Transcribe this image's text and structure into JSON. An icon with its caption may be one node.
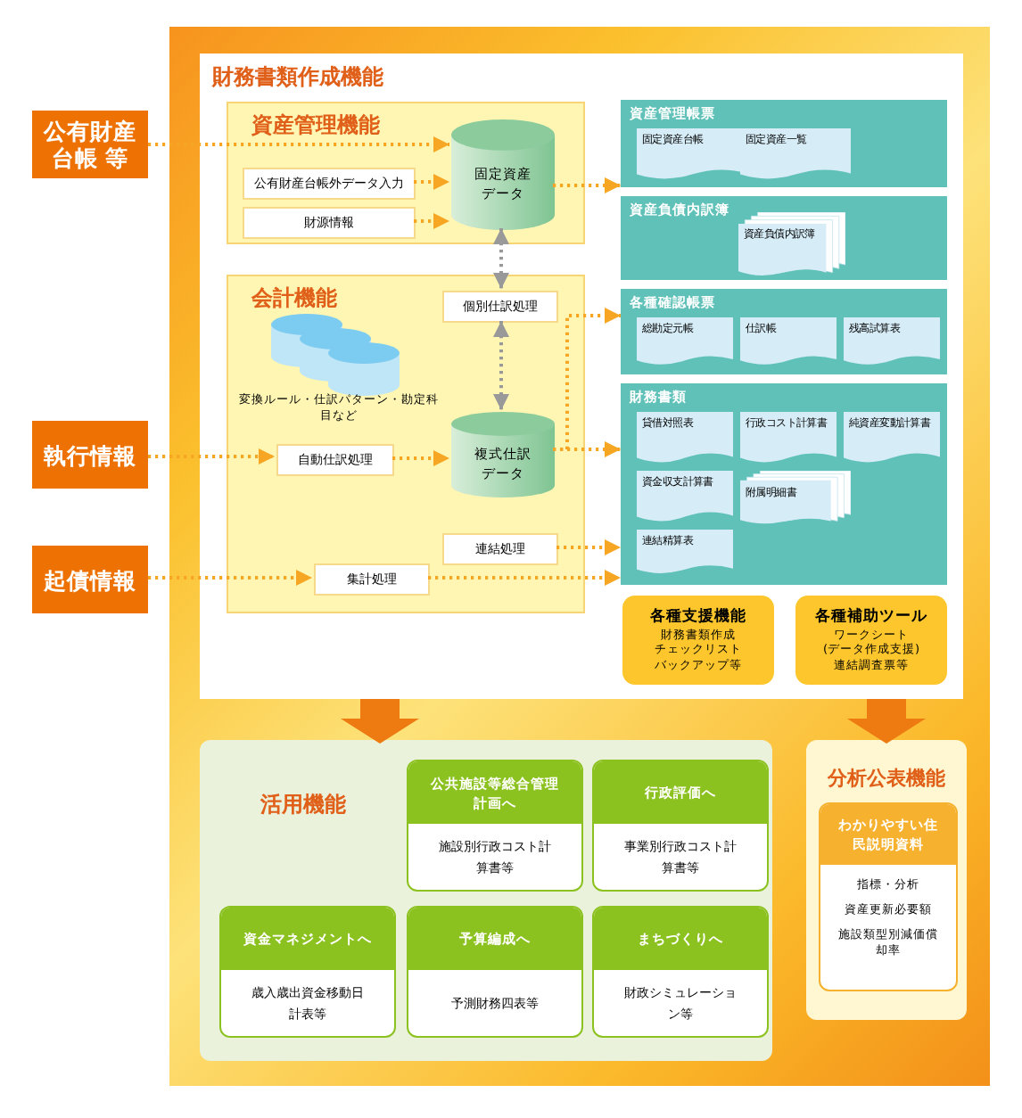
{
  "diagram": {
    "nodes": [
      {
        "text": [
          "公有財産台帳 等"
        ]
      },
      {
        "text": [
          "執行情報"
        ]
      },
      {
        "text": [
          "起債情報"
        ]
      },
      {
        "text": [
          "財務書類作成機能"
        ]
      },
      {
        "text": [
          "資産管理機能"
        ],
        "in": 3
      },
      {
        "text": [
          "公有財産台帳外データ入力"
        ],
        "in": 4
      },
      {
        "text": [
          "財源情報"
        ],
        "in": 4
      },
      {
        "text": [
          "固定資産データ"
        ],
        "in": 4
      },
      {
        "text": [
          "会計機能"
        ],
        "in": 3
      },
      {
        "text": [
          "個別仕訳処理"
        ],
        "in": 8
      },
      {
        "text": [
          "自動仕訳処理"
        ],
        "in": 8
      },
      {
        "text": [
          "複式仕訳データ"
        ],
        "in": 8
      },
      {
        "text": [
          "連結処理"
        ],
        "in": 8
      },
      {
        "text": [
          "集計処理"
        ],
        "in": 8
      },
      {
        "text": [
          "資産管理帳票"
        ],
        "in": 3
      },
      {
        "text": [
          "固定資産台帳"
        ],
        "in": 14
      },
      {
        "text": [
          "固定資産一覧"
        ],
        "in": 14
      },
      {
        "text": [
          "資産負債内訳簿"
        ],
        "in": 3
      },
      {
        "text": [
          "資産負債内訳簿"
        ],
        "in": 17
      },
      {
        "text": [
          "各種確認帳票"
        ],
        "in": 3
      },
      {
        "text": [
          "総勘定元帳"
        ],
        "in": 19
      },
      {
        "text": [
          "仕訳帳"
        ],
        "in": 19
      },
      {
        "text": [
          "残高試算表"
        ],
        "in": 19
      },
      {
        "text": [
          "財務書類"
        ],
        "in": 3
      },
      {
        "text": [
          "貸借対照表"
        ],
        "in": 23
      },
      {
        "text": [
          "行政コスト計算書"
        ],
        "in": 23
      },
      {
        "text": [
          "純資産変動計算書"
        ],
        "in": 23
      },
      {
        "text": [
          "資金収支計算書"
        ],
        "in": 23
      },
      {
        "text": [
          "附属明細書"
        ],
        "in": 23
      },
      {
        "text": [
          "連結精算表"
        ],
        "in": 23
      },
      {
        "text": [
          "各種支援機能",
          "財務書類作成",
          "チェックリスト",
          "バックアップ等"
        ],
        "in": 3
      },
      {
        "text": [
          "各種補助ツール",
          "ワークシート",
          "(データ作成支援)",
          "連結調査票等"
        ],
        "in": 3
      },
      {
        "text": [
          "活用機能"
        ]
      },
      {
        "text": [
          "公共施設等総合管理計画へ",
          "施設別行政コスト計算書等"
        ],
        "in": 32
      },
      {
        "text": [
          "行政評価へ",
          "事業別行政コスト計算書等"
        ],
        "in": 32
      },
      {
        "text": [
          "資金マネジメントへ",
          "歳入歳出資金移動日計表等"
        ],
        "in": 32
      },
      {
        "text": [
          "予算編成へ",
          "予測財務四表等"
        ],
        "in": 32
      },
      {
        "text": [
          "まちづくりへ",
          "財政シミュレーション等"
        ],
        "in": 32
      },
      {
        "text": [
          "分析公表機能"
        ]
      },
      {
        "text": [
          "わかりやすい住民説明資料",
          "指標・分析",
          "資産更新必要額",
          "施設類型別減価償却率"
        ],
        "in": 38
      }
    ],
    "edges": [
      {
        "from": 0,
        "to": 7,
        "arrow": "to"
      },
      {
        "from": 5,
        "to": 7,
        "arrow": "to"
      },
      {
        "from": 6,
        "to": 7,
        "arrow": "to"
      },
      {
        "from": 7,
        "to": 14,
        "arrow": "to"
      },
      {
        "from": 7,
        "to": 9,
        "arrow": "both",
        "color": "#999999"
      },
      {
        "from": 9,
        "to": 11,
        "arrow": "both",
        "color": "#999999"
      },
      {
        "from": 1,
        "to": 10,
        "arrow": "to"
      },
      {
        "from": 10,
        "to": 11,
        "arrow": "to"
      },
      {
        "from": 11,
        "to": 19,
        "arrow": "to"
      },
      {
        "from": 11,
        "to": 23,
        "arrow": "to"
      },
      {
        "from": 12,
        "to": 23,
        "arrow": "to"
      },
      {
        "from": 2,
        "to": 13,
        "arrow": "to"
      },
      {
        "from": 13,
        "to": 23,
        "arrow": "to"
      },
      {
        "from": 3,
        "to": 32,
        "arrow": "to",
        "style": "thick",
        "color": "#ee7a12"
      },
      {
        "from": 3,
        "to": 38,
        "arrow": "to",
        "style": "thick",
        "color": "#ee7a12"
      }
    ],
    "labels": [
      "変換ルール・仕訳パターン・勘定科目など"
    ]
  }
}
